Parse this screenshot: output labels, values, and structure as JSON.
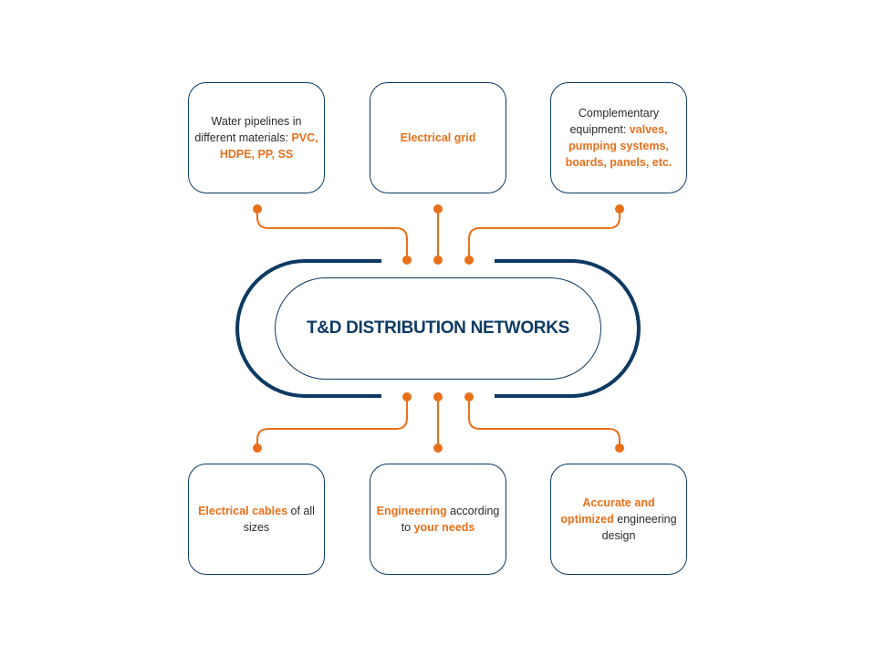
{
  "center": {
    "title": "T&D DISTRIBUTION NETWORKS"
  },
  "colors": {
    "navy": "#0d3a63",
    "orange": "#e8701a",
    "text": "#2a2a2a"
  },
  "boxes": [
    {
      "parts": [
        {
          "text": "Water pipelines in different materials: ",
          "hl": false
        },
        {
          "text": "PVC, HDPE, PP, SS",
          "hl": true
        }
      ]
    },
    {
      "parts": [
        {
          "text": "Electrical grid",
          "hl": true
        }
      ]
    },
    {
      "parts": [
        {
          "text": "Complementary equipment: ",
          "hl": false
        },
        {
          "text": "valves, pumping systems, boards, panels, etc.",
          "hl": true
        }
      ]
    },
    {
      "parts": [
        {
          "text": "Electrical cables",
          "hl": true
        },
        {
          "text": " of all sizes",
          "hl": false
        }
      ]
    },
    {
      "parts": [
        {
          "text": "Engineerring",
          "hl": true
        },
        {
          "text": " according to ",
          "hl": false
        },
        {
          "text": "your needs",
          "hl": true
        }
      ]
    },
    {
      "parts": [
        {
          "text": "Accurate and optimized",
          "hl": true
        },
        {
          "text": " engineering design",
          "hl": false
        }
      ]
    }
  ]
}
